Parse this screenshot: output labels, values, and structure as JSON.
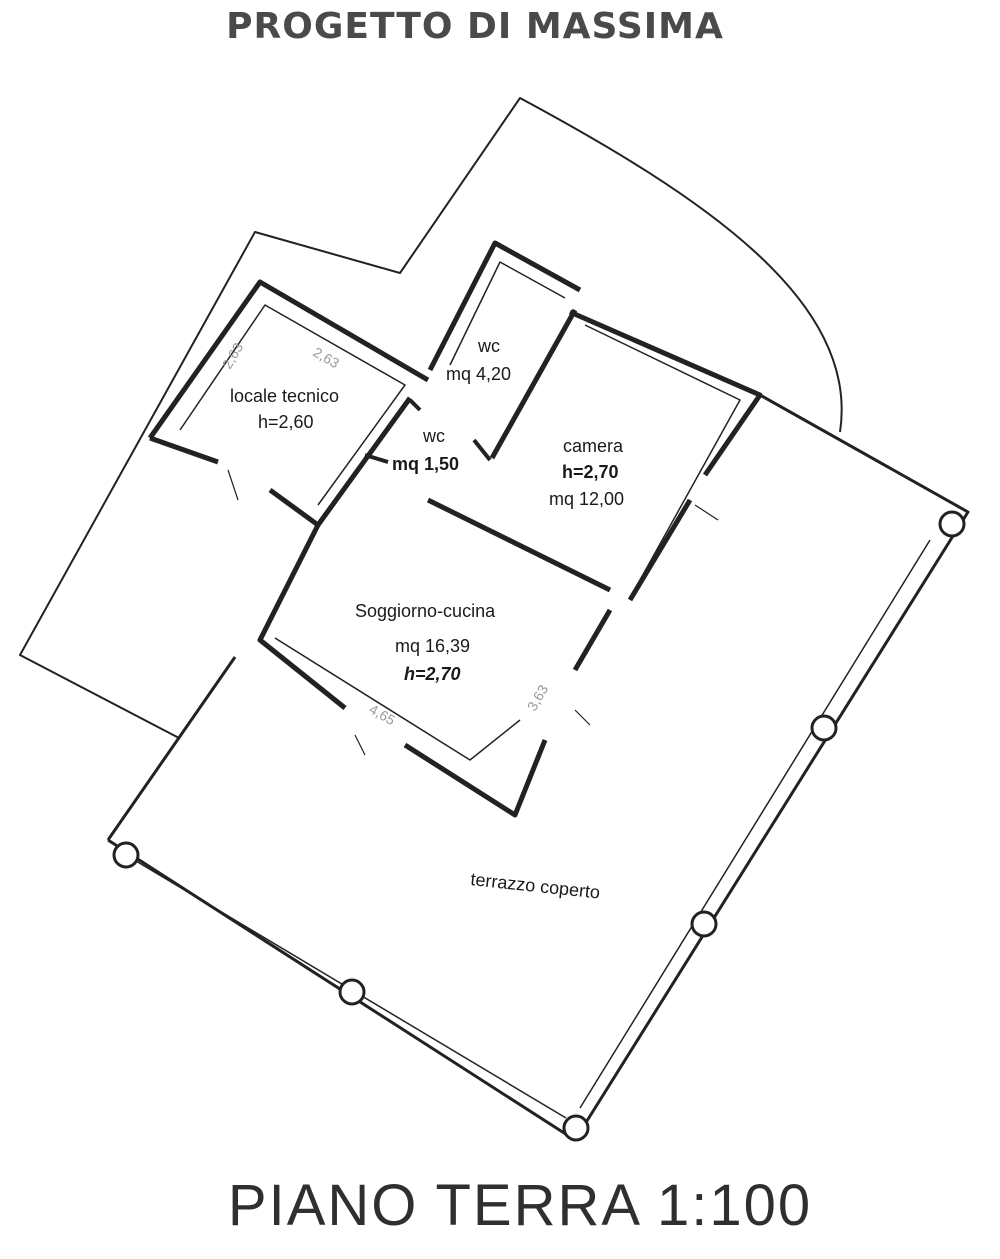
{
  "header": {
    "title": "PROGETTO DI MASSIMA"
  },
  "footer": {
    "title": "PIANO TERRA 1:100"
  },
  "rooms": {
    "locale_tecnico": {
      "name": "locale tecnico",
      "height": "h=2,60"
    },
    "wc_large": {
      "name": "wc",
      "area": "mq 4,20"
    },
    "wc_small": {
      "name": "wc",
      "area": "mq 1,50"
    },
    "camera": {
      "name": "camera",
      "height": "h=2,70",
      "area": "mq 12,00"
    },
    "soggiorno": {
      "name": "Soggiorno-cucina",
      "area": "mq 16,39",
      "height": "h=2,70"
    },
    "terrazzo": {
      "name": "terrazzo coperto"
    }
  },
  "dimensions": {
    "lt_width": "2,63",
    "lt_depth": "2,63",
    "sogg_width": "4,65",
    "sogg_depth": "3,63"
  }
}
